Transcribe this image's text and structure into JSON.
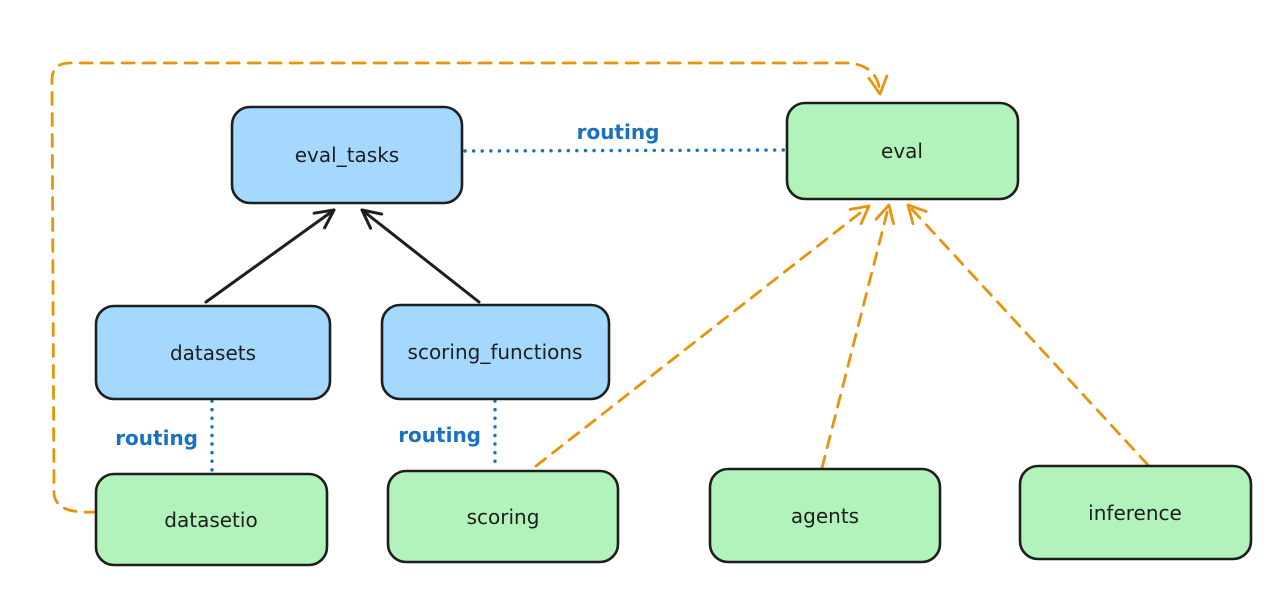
{
  "colors": {
    "background": "#ffffff",
    "node_stroke": "#1e1e1e",
    "blue_node_fill": "#a5d8ff",
    "green_node_fill": "#b2f2bb",
    "routing_blue": "#1971c2",
    "orange": "#e8930c",
    "black": "#1e1e1e",
    "label_text": "#1e1e1e"
  },
  "nodes": {
    "eval_tasks": {
      "label": "eval_tasks",
      "color": "blue"
    },
    "eval": {
      "label": "eval",
      "color": "green"
    },
    "datasets": {
      "label": "datasets",
      "color": "blue"
    },
    "scoring_functions": {
      "label": "scoring_functions",
      "color": "blue"
    },
    "datasetio": {
      "label": "datasetio",
      "color": "green"
    },
    "scoring": {
      "label": "scoring",
      "color": "green"
    },
    "agents": {
      "label": "agents",
      "color": "green"
    },
    "inference": {
      "label": "inference",
      "color": "green"
    }
  },
  "edge_labels": {
    "eval_tasks_to_eval": "routing",
    "datasets_to_datasetio": "routing",
    "scoring_functions_to_scoring": "routing"
  },
  "edges": [
    {
      "from": "datasets",
      "to": "eval_tasks",
      "style": "solid",
      "arrow": true,
      "color": "black"
    },
    {
      "from": "scoring_functions",
      "to": "eval_tasks",
      "style": "solid",
      "arrow": true,
      "color": "black"
    },
    {
      "from": "eval_tasks",
      "to": "eval",
      "style": "dotted",
      "arrow": false,
      "color": "blue",
      "label": "routing"
    },
    {
      "from": "datasets",
      "to": "datasetio",
      "style": "dotted",
      "arrow": false,
      "color": "blue",
      "label": "routing"
    },
    {
      "from": "scoring_functions",
      "to": "scoring",
      "style": "dotted",
      "arrow": false,
      "color": "blue",
      "label": "routing"
    },
    {
      "from": "datasetio",
      "to": "eval",
      "style": "dashed",
      "arrow": true,
      "color": "orange",
      "route": "around-left-and-top"
    },
    {
      "from": "scoring",
      "to": "eval",
      "style": "dashed",
      "arrow": true,
      "color": "orange"
    },
    {
      "from": "agents",
      "to": "eval",
      "style": "dashed",
      "arrow": true,
      "color": "orange"
    },
    {
      "from": "inference",
      "to": "eval",
      "style": "dashed",
      "arrow": true,
      "color": "orange"
    }
  ]
}
